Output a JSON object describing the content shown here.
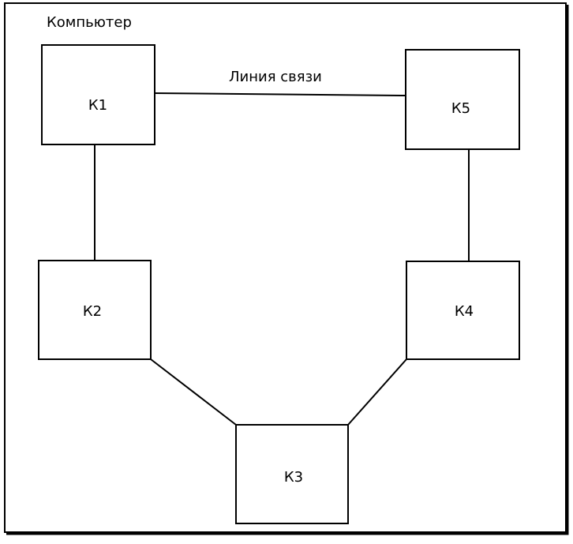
{
  "title": "Компьютер",
  "link_label": "Линия связи",
  "nodes": [
    {
      "id": "k1",
      "label": "К1"
    },
    {
      "id": "k2",
      "label": "К2"
    },
    {
      "id": "k3",
      "label": "К3"
    },
    {
      "id": "k4",
      "label": "К4"
    },
    {
      "id": "k5",
      "label": "К5"
    }
  ],
  "links": [
    {
      "from": "k1",
      "to": "k5"
    },
    {
      "from": "k1",
      "to": "k2"
    },
    {
      "from": "k2",
      "to": "k3"
    },
    {
      "from": "k3",
      "to": "k4"
    },
    {
      "from": "k4",
      "to": "k5"
    }
  ]
}
